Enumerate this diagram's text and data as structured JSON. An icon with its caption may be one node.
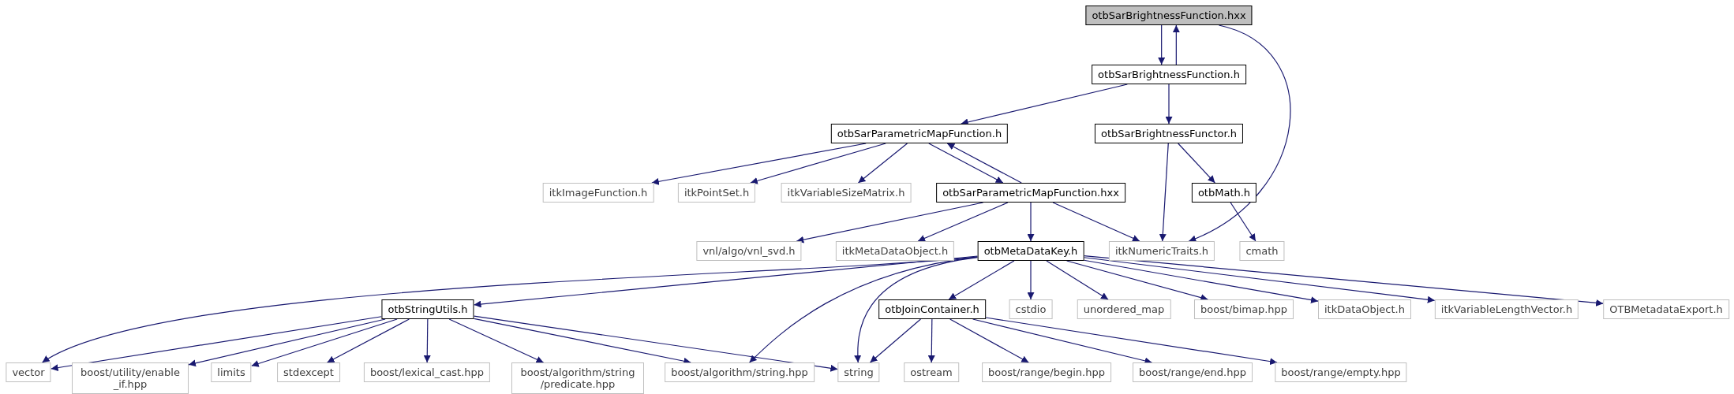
{
  "diagram": {
    "nodes": [
      {
        "text": [
          "otbSarBrightnessFunction.hxx"
        ]
      },
      {
        "text": [
          "otbSarBrightnessFunction.h"
        ]
      },
      {
        "text": [
          "otbSarParametricMapFunction.h"
        ]
      },
      {
        "text": [
          "otbSarBrightnessFunctor.h"
        ]
      },
      {
        "text": [
          "itkImageFunction.h"
        ]
      },
      {
        "text": [
          "itkPointSet.h"
        ]
      },
      {
        "text": [
          "itkVariableSizeMatrix.h"
        ]
      },
      {
        "text": [
          "otbSarParametricMapFunction.hxx"
        ]
      },
      {
        "text": [
          "otbMath.h"
        ]
      },
      {
        "text": [
          "vnl/algo/vnl_svd.h"
        ]
      },
      {
        "text": [
          "itkMetaDataObject.h"
        ]
      },
      {
        "text": [
          "otbMetaDataKey.h"
        ]
      },
      {
        "text": [
          "itkNumericTraits.h"
        ]
      },
      {
        "text": [
          "cmath"
        ]
      },
      {
        "text": [
          "otbStringUtils.h"
        ]
      },
      {
        "text": [
          "otbJoinContainer.h"
        ]
      },
      {
        "text": [
          "cstdio"
        ]
      },
      {
        "text": [
          "unordered_map"
        ]
      },
      {
        "text": [
          "boost/bimap.hpp"
        ]
      },
      {
        "text": [
          "itkDataObject.h"
        ]
      },
      {
        "text": [
          "itkVariableLengthVector.h"
        ]
      },
      {
        "text": [
          "OTBMetadataExport.h"
        ]
      },
      {
        "text": [
          "vector"
        ]
      },
      {
        "text": [
          "boost/utility/enable _if.hpp"
        ]
      },
      {
        "text": [
          "limits"
        ]
      },
      {
        "text": [
          "stdexcept"
        ]
      },
      {
        "text": [
          "boost/lexical_cast.hpp"
        ]
      },
      {
        "text": [
          "boost/algorithm/string /predicate.hpp"
        ]
      },
      {
        "text": [
          "boost/algorithm/string.hpp"
        ]
      },
      {
        "text": [
          "string"
        ]
      },
      {
        "text": [
          "ostream"
        ]
      },
      {
        "text": [
          "boost/range/begin.hpp"
        ]
      },
      {
        "text": [
          "boost/range/end.hpp"
        ]
      },
      {
        "text": [
          "boost/range/empty.hpp"
        ]
      }
    ],
    "edges": [
      {
        "from": 0,
        "to": 1,
        "arrow": "to"
      },
      {
        "from": 1,
        "to": 0,
        "arrow": "to"
      },
      {
        "from": 0,
        "to": 12,
        "arrow": "to"
      },
      {
        "from": 1,
        "to": 2,
        "arrow": "to"
      },
      {
        "from": 1,
        "to": 3,
        "arrow": "to"
      },
      {
        "from": 2,
        "to": 4,
        "arrow": "to"
      },
      {
        "from": 2,
        "to": 5,
        "arrow": "to"
      },
      {
        "from": 2,
        "to": 6,
        "arrow": "to"
      },
      {
        "from": 2,
        "to": 7,
        "arrow": "to"
      },
      {
        "from": 7,
        "to": 2,
        "arrow": "to"
      },
      {
        "from": 3,
        "to": 12,
        "arrow": "to"
      },
      {
        "from": 3,
        "to": 8,
        "arrow": "to"
      },
      {
        "from": 8,
        "to": 13,
        "arrow": "to"
      },
      {
        "from": 7,
        "to": 9,
        "arrow": "to"
      },
      {
        "from": 7,
        "to": 10,
        "arrow": "to"
      },
      {
        "from": 7,
        "to": 11,
        "arrow": "to"
      },
      {
        "from": 7,
        "to": 12,
        "arrow": "to"
      },
      {
        "from": 11,
        "to": 14,
        "arrow": "to"
      },
      {
        "from": 11,
        "to": 22,
        "arrow": "to"
      },
      {
        "from": 11,
        "to": 28,
        "arrow": "to"
      },
      {
        "from": 11,
        "to": 29,
        "arrow": "to"
      },
      {
        "from": 11,
        "to": 15,
        "arrow": "to"
      },
      {
        "from": 11,
        "to": 16,
        "arrow": "to"
      },
      {
        "from": 11,
        "to": 17,
        "arrow": "to"
      },
      {
        "from": 11,
        "to": 18,
        "arrow": "to"
      },
      {
        "from": 11,
        "to": 19,
        "arrow": "to"
      },
      {
        "from": 11,
        "to": 20,
        "arrow": "to"
      },
      {
        "from": 11,
        "to": 21,
        "arrow": "to"
      },
      {
        "from": 14,
        "to": 22,
        "arrow": "to"
      },
      {
        "from": 14,
        "to": 23,
        "arrow": "to"
      },
      {
        "from": 14,
        "to": 24,
        "arrow": "to"
      },
      {
        "from": 14,
        "to": 25,
        "arrow": "to"
      },
      {
        "from": 14,
        "to": 26,
        "arrow": "to"
      },
      {
        "from": 14,
        "to": 27,
        "arrow": "to"
      },
      {
        "from": 14,
        "to": 28,
        "arrow": "to"
      },
      {
        "from": 14,
        "to": 29,
        "arrow": "to"
      },
      {
        "from": 15,
        "to": 29,
        "arrow": "to"
      },
      {
        "from": 15,
        "to": 30,
        "arrow": "to"
      },
      {
        "from": 15,
        "to": 31,
        "arrow": "to"
      },
      {
        "from": 15,
        "to": 32,
        "arrow": "to"
      },
      {
        "from": 15,
        "to": 33,
        "arrow": "to"
      }
    ]
  }
}
